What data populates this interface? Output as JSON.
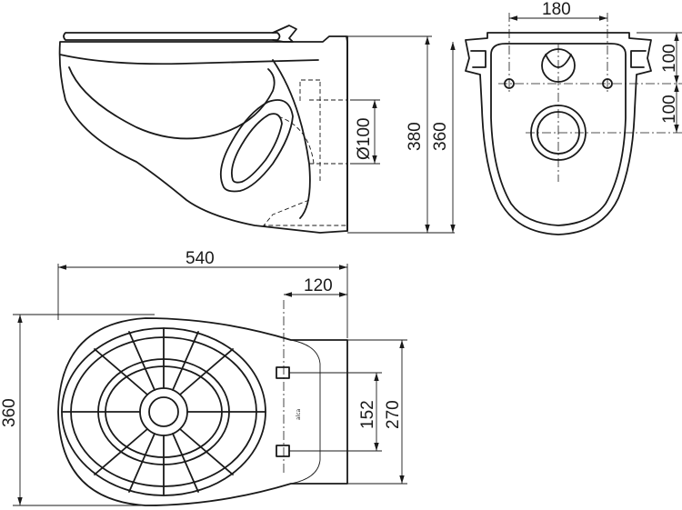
{
  "side_view": {
    "dim_outlet_diameter": "Ø100",
    "dim_total_height": "380",
    "dim_bowl_height": "360"
  },
  "back_view": {
    "dim_bolt_spacing": "180",
    "dim_bolt_vertical": "100",
    "dim_outlet_vertical": "100"
  },
  "top_view": {
    "dim_length": "540",
    "dim_bolt_setback": "120",
    "dim_width": "360",
    "dim_bolt_pair": "152",
    "dim_rear_width": "270",
    "brand_mark": "alca"
  }
}
